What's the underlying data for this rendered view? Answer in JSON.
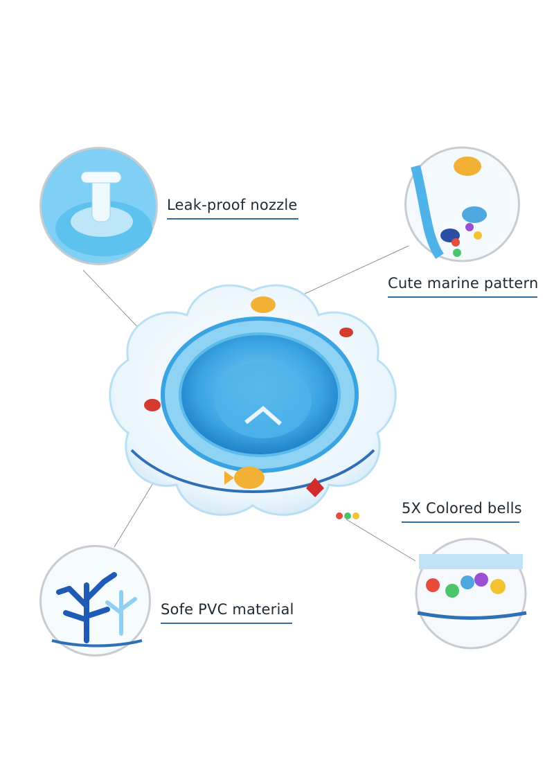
{
  "features": [
    {
      "id": "nozzle",
      "label": "Leak-proof nozzle"
    },
    {
      "id": "pattern",
      "label": "Cute marine pattern"
    },
    {
      "id": "bells",
      "label": "5X Colored bells"
    },
    {
      "id": "pvc",
      "label": "Sofe PVC material"
    }
  ],
  "colors": {
    "label_text": "#1f2a33",
    "underline": "#2f6ea3",
    "leader_line": "#8a8f94",
    "float_blue": "#3fa9e6",
    "float_clear": "#e8f4fb"
  }
}
